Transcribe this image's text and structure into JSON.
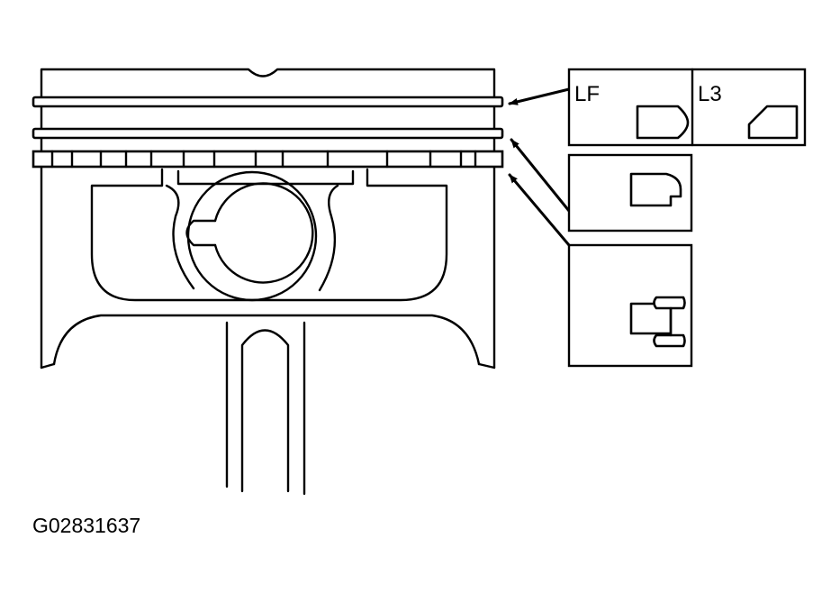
{
  "labels": {
    "top_ring_left": "LF",
    "top_ring_right": "L3"
  },
  "figure_id": "G02831637",
  "colors": {
    "line": "#000000",
    "background": "#ffffff"
  }
}
